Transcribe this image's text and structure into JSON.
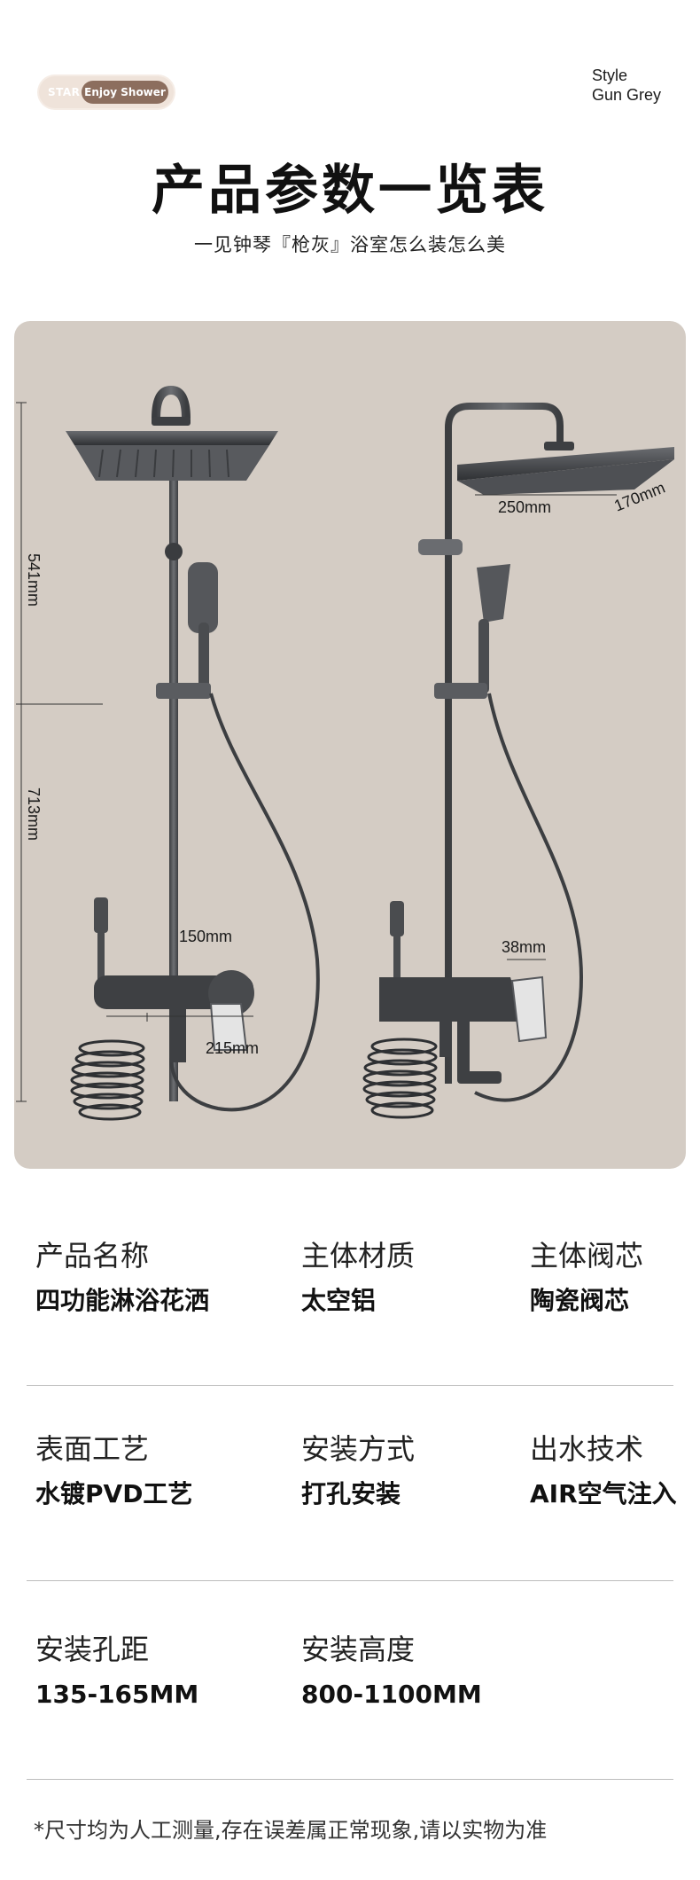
{
  "badge": {
    "left": "STAR",
    "right": "Enjoy Shower"
  },
  "style": {
    "line1": "Style",
    "line2": "Gun Grey"
  },
  "title": "产品参数一览表",
  "subtitle": "一见钟琴『枪灰』浴室怎么装怎么美",
  "dimensions": {
    "upper_height": "541mm",
    "lower_height": "713mm",
    "head_width": "250mm",
    "head_depth": "170mm",
    "mixer_width": "150mm",
    "outlet_length": "215mm",
    "side_depth": "38mm"
  },
  "colors": {
    "panel_bg": "#d4ccc4",
    "metal": "#4a4c4f",
    "badge_brown": "#8c6e5e"
  },
  "specs": [
    [
      {
        "label": "产品名称",
        "value": "四功能淋浴花洒"
      },
      {
        "label": "主体材质",
        "value": "太空铝"
      },
      {
        "label": "主体阀芯",
        "value": "陶瓷阀芯"
      }
    ],
    [
      {
        "label": "表面工艺",
        "value": "水镀PVD工艺"
      },
      {
        "label": "安装方式",
        "value": "打孔安装"
      },
      {
        "label": "出水技术",
        "value": "AIR空气注入"
      }
    ],
    [
      {
        "label": "安装孔距",
        "value": "135-165MM"
      },
      {
        "label": "安装高度",
        "value": "800-1100MM"
      }
    ]
  ],
  "footnote": "*尺寸均为人工测量,存在误差属正常现象,请以实物为准"
}
